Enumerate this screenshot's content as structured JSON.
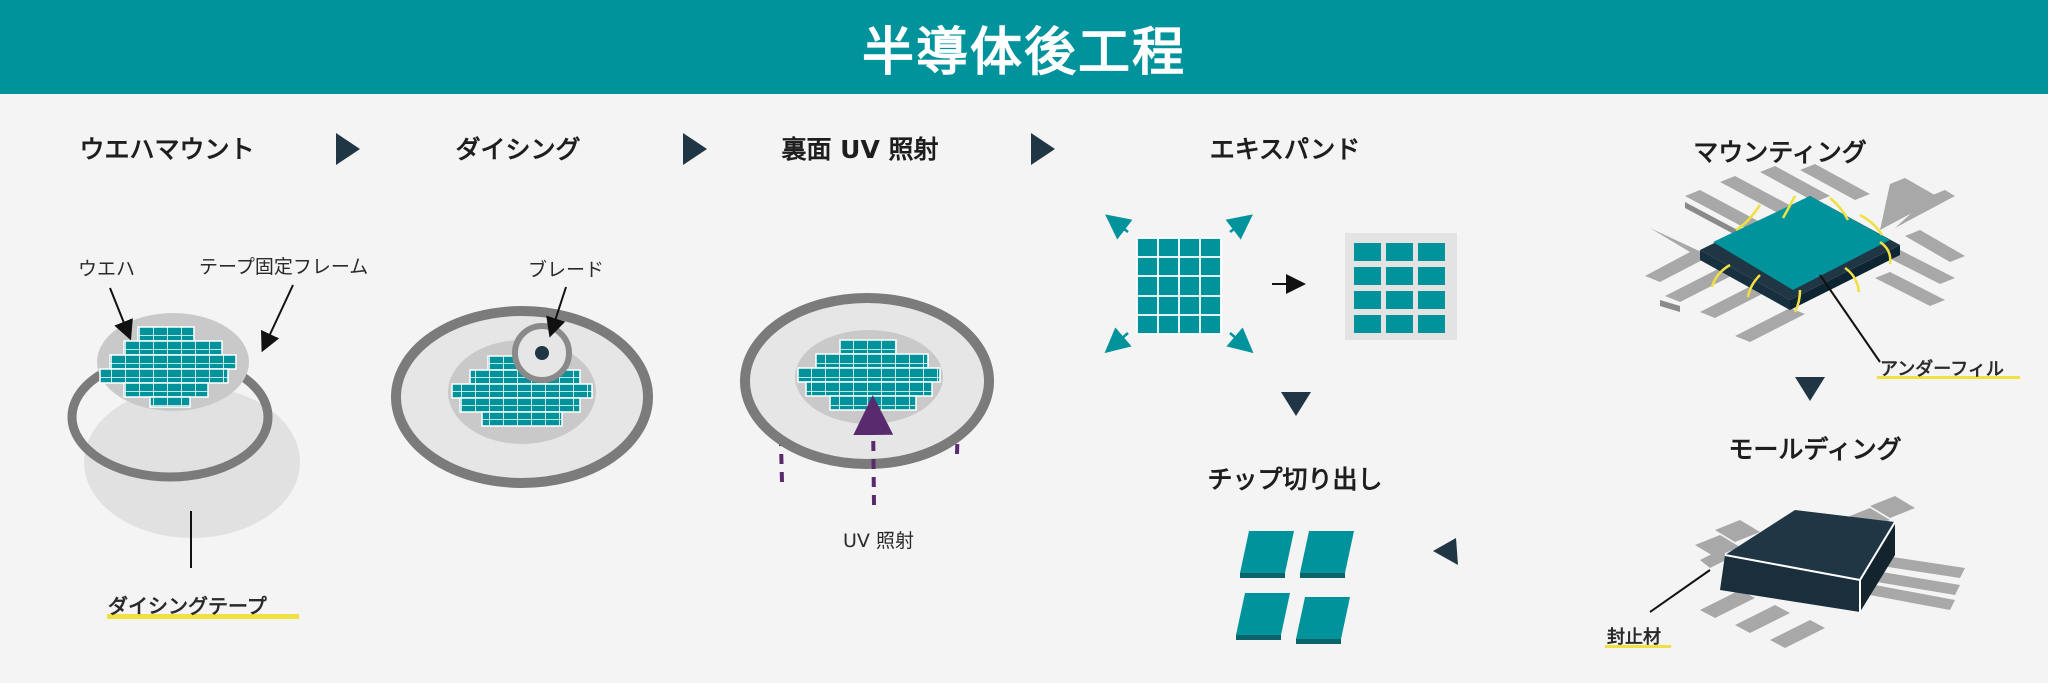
{
  "title": "半導体後工程",
  "steps": {
    "wafer_mount": "ウエハマウント",
    "dicing": "ダイシング",
    "uv_backside": "裏面 UV 照射",
    "expand": "エキスパンド",
    "mounting": "マウンティング",
    "chip_pickup": "チップ切り出し",
    "molding": "モールディング"
  },
  "labels": {
    "wafer": "ウエハ",
    "tape_frame": "テープ固定フレーム",
    "dicing_tape": "ダイシングテープ",
    "blade": "ブレード",
    "uv_irradiation": "UV 照射",
    "underfill": "アンダーフィル",
    "encapsulant": "封止材"
  },
  "colors": {
    "header": "#00939c",
    "chip": "#00939c",
    "mold": "#203645",
    "arrow": "#203645",
    "uv_arrow": "#5a2a6e",
    "highlight": "#f0e040"
  }
}
